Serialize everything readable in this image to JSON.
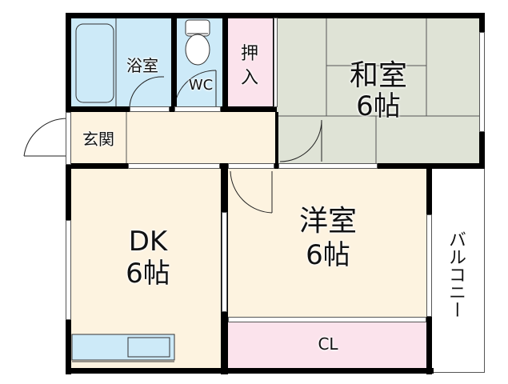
{
  "plan": {
    "rooms": [
      {
        "id": "bath",
        "label": "浴室",
        "color": "#cdeaf8"
      },
      {
        "id": "wc",
        "label": "WC",
        "color": "#cdeaf8"
      },
      {
        "id": "oshiire",
        "label": "押\n入",
        "color": "#fbe3ec"
      },
      {
        "id": "washitsu",
        "label": "和室",
        "size": "6帖",
        "color": "#dfe3d6"
      },
      {
        "id": "genkan",
        "label": "玄関",
        "color": "#fdf3e0"
      },
      {
        "id": "dk",
        "label": "DK",
        "size": "6帖",
        "color": "#fdf3e0"
      },
      {
        "id": "youshitsu",
        "label": "洋室",
        "size": "6帖",
        "color": "#fdf3e0"
      },
      {
        "id": "cl",
        "label": "CL",
        "color": "#fbe3ec"
      },
      {
        "id": "balcony",
        "label": "バルコニー",
        "color": "#ffffff"
      }
    ],
    "labels": {
      "bath": "浴室",
      "wc": "WC",
      "oshiire_top": "押",
      "oshiire_bottom": "入",
      "washitsu_name": "和室",
      "washitsu_size": "6帖",
      "genkan": "玄関",
      "dk_name": "DK",
      "dk_size": "6帖",
      "youshitsu_name": "洋室",
      "youshitsu_size": "6帖",
      "cl": "CL",
      "balcony": "バルコニー"
    },
    "colors": {
      "wet_area": "#cdeaf8",
      "storage": "#fbe3ec",
      "tatami": "#dfe3d6",
      "flooring": "#fdf3e0",
      "wall": "#000000"
    }
  }
}
